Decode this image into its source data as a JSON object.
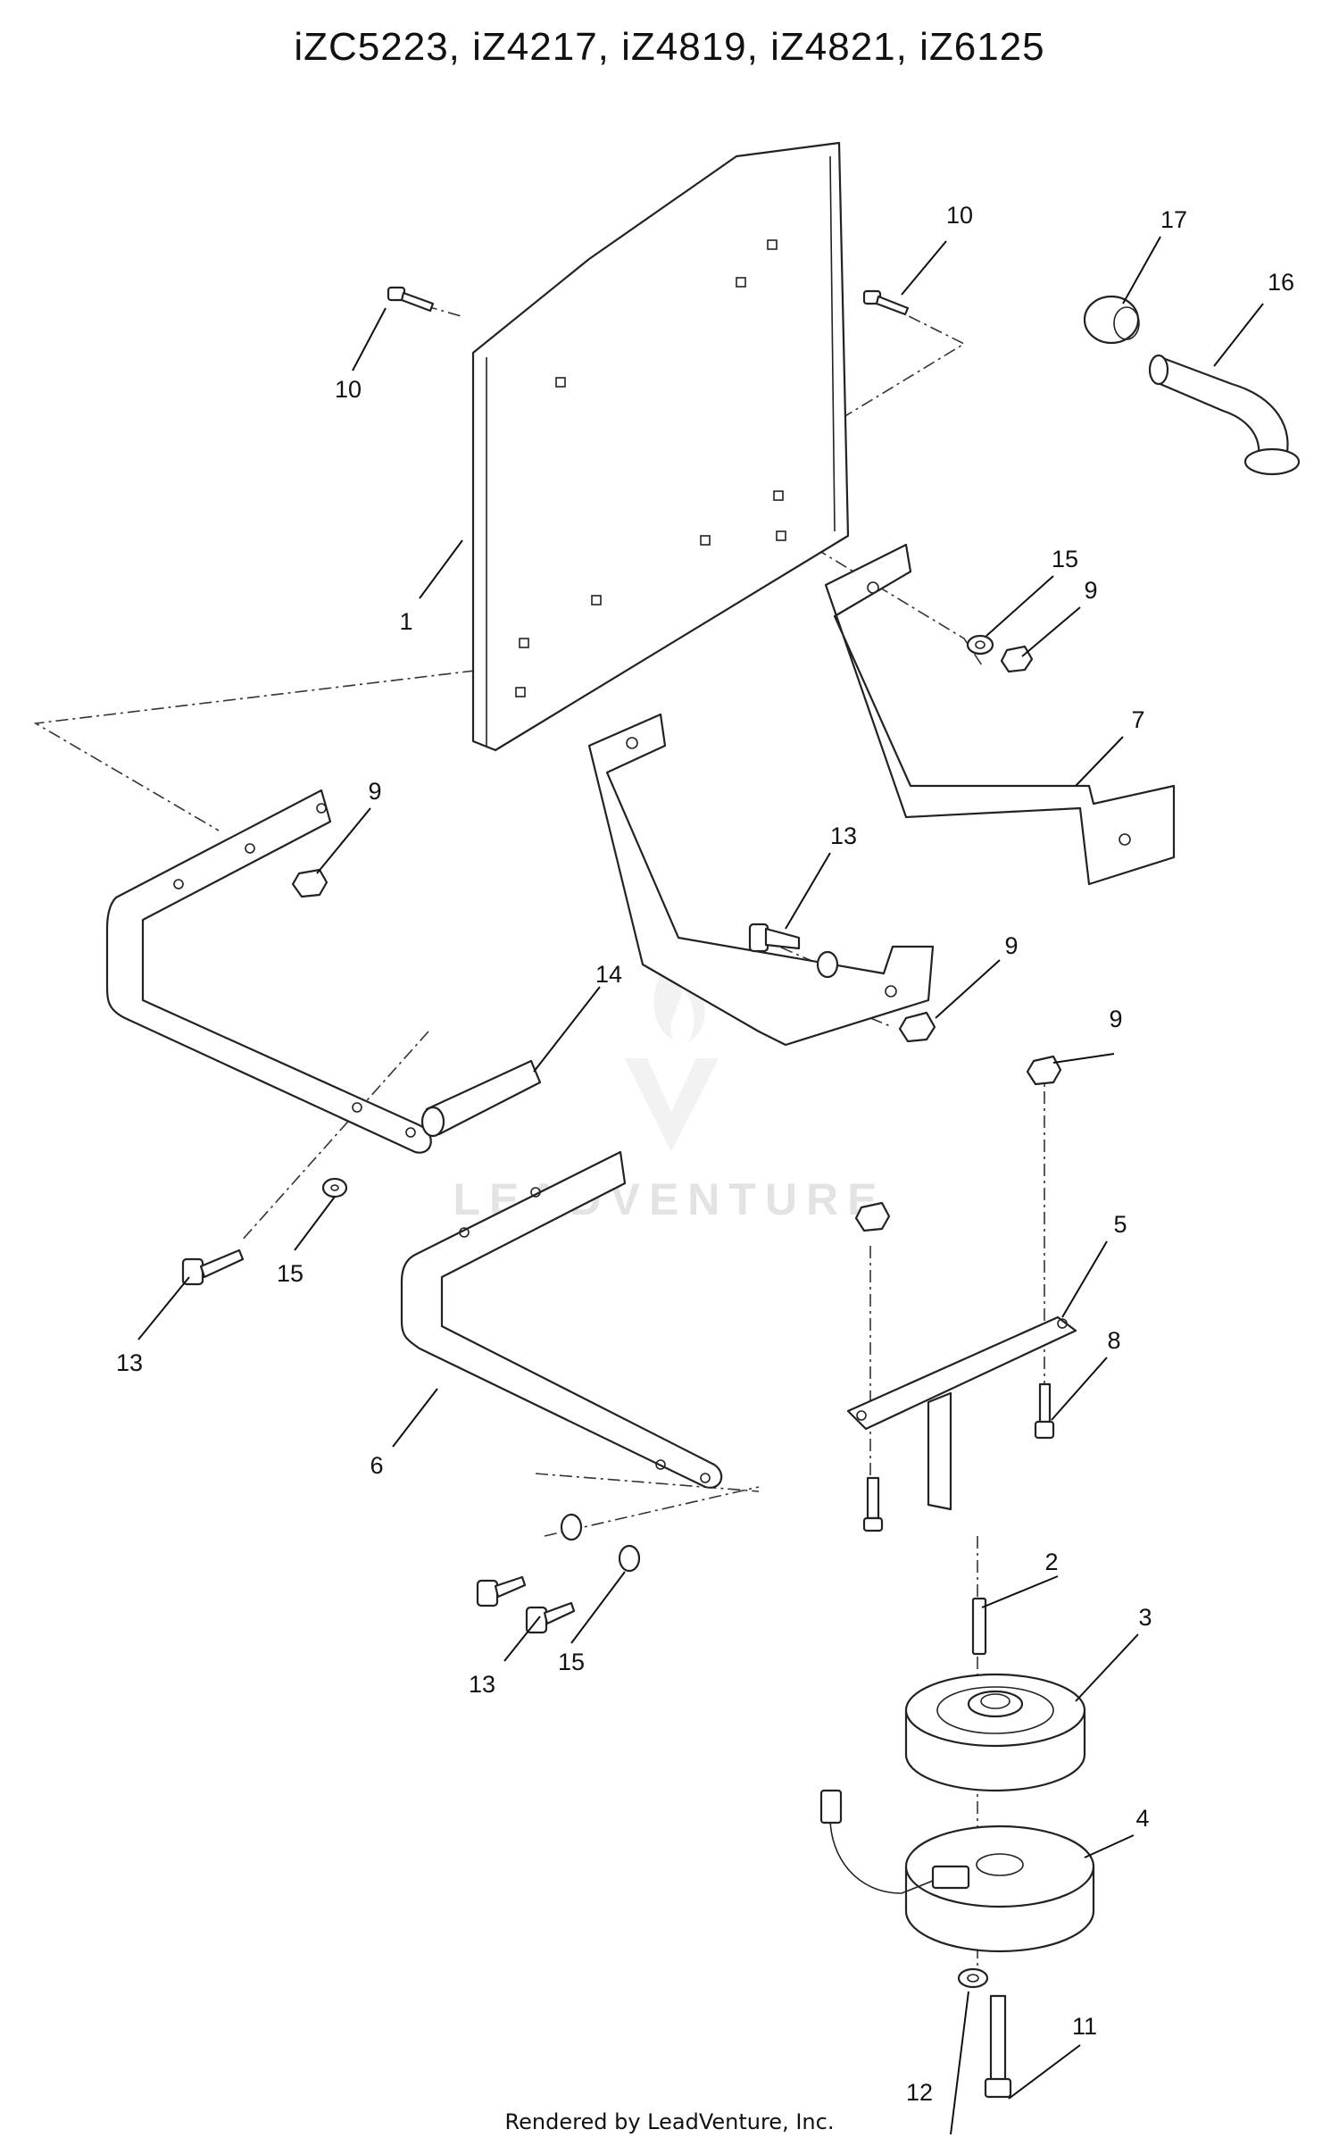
{
  "title": "iZC5223, iZ4217, iZ4819, iZ4821, iZ6125",
  "footer": "Rendered by LeadVenture, Inc.",
  "watermark": "LEADVENTURE",
  "callouts": [
    "1",
    "2",
    "3",
    "4",
    "5",
    "6",
    "7",
    "8",
    "9",
    "9",
    "9",
    "9",
    "10",
    "10",
    "11",
    "12",
    "13",
    "13",
    "13",
    "14",
    "15",
    "15",
    "15",
    "16",
    "17"
  ]
}
